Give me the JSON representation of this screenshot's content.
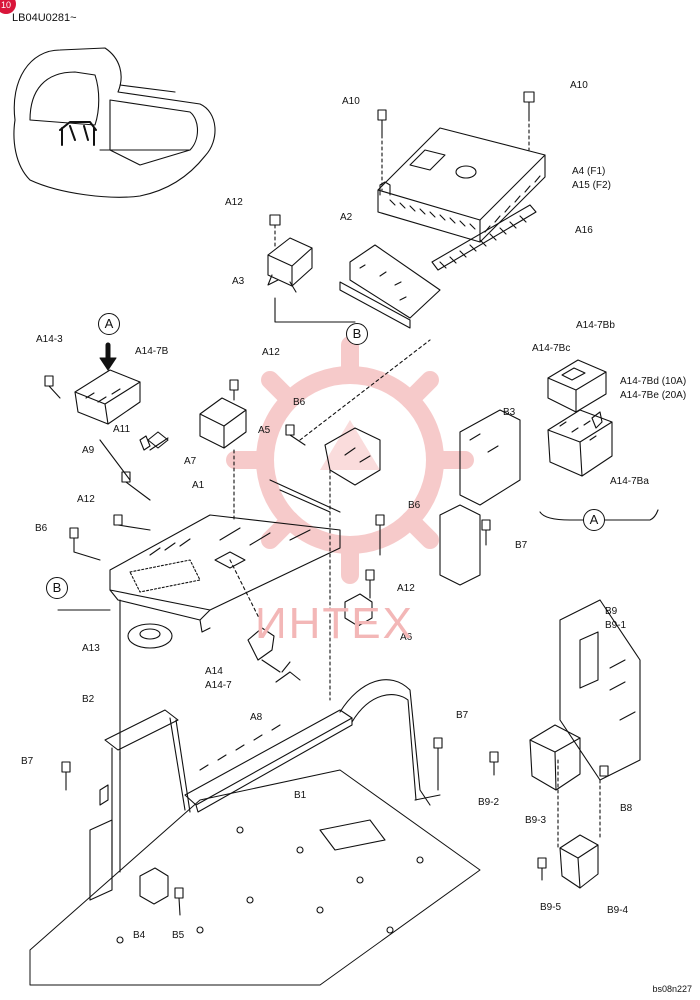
{
  "header": {
    "model_code": "LB04U0281~",
    "badge": "10"
  },
  "footer": {
    "drawing_id": "bs08n227"
  },
  "watermark": {
    "text": "ИНТЕХ",
    "color": "#e84b4b"
  },
  "callouts": [
    "A10",
    "A10",
    "A4  (F1)",
    "A15 (F2)",
    "A12",
    "A2",
    "A3",
    "A16",
    "A14-3",
    "A14-7B",
    "A12",
    "A14-7Bb",
    "A14-7Bc",
    "A14-7Bd (10A)",
    "A14-7Be (20A)",
    "A11",
    "A7",
    "A5",
    "B6",
    "B3",
    "A14-7Ba",
    "A9",
    "A1",
    "A12",
    "B6",
    "B6",
    "B7",
    "A12",
    "A6",
    "A13",
    "A14",
    "A14-7",
    "A8",
    "B2",
    "B7",
    "B9",
    "B9-1",
    "B7",
    "B1",
    "B9-2",
    "B8",
    "B9-3",
    "B4",
    "B5",
    "B9-5",
    "B9-4"
  ],
  "view_markers": [
    "A",
    "B",
    "A",
    "B"
  ]
}
